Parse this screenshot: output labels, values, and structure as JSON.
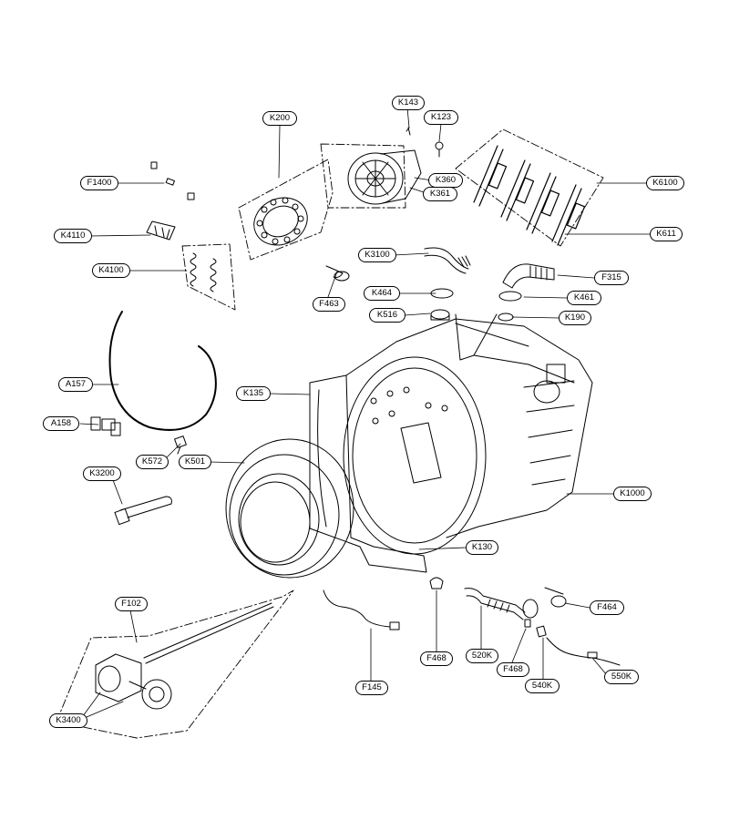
{
  "diagram": {
    "callouts": [
      {
        "id": "k143",
        "text": "K143"
      },
      {
        "id": "k200",
        "text": "K200"
      },
      {
        "id": "k123",
        "text": "K123"
      },
      {
        "id": "f1400",
        "text": "F1400"
      },
      {
        "id": "k360",
        "text": "K360"
      },
      {
        "id": "k361",
        "text": "K361"
      },
      {
        "id": "k6100",
        "text": "K6100"
      },
      {
        "id": "k4110",
        "text": "K4110"
      },
      {
        "id": "k611",
        "text": "K611"
      },
      {
        "id": "k3100",
        "text": "K3100"
      },
      {
        "id": "k4100",
        "text": "K4100"
      },
      {
        "id": "f315",
        "text": "F315"
      },
      {
        "id": "k464",
        "text": "K464"
      },
      {
        "id": "k461",
        "text": "K461"
      },
      {
        "id": "f463",
        "text": "F463"
      },
      {
        "id": "k516",
        "text": "K516"
      },
      {
        "id": "k190",
        "text": "K190"
      },
      {
        "id": "a157",
        "text": "A157"
      },
      {
        "id": "k135",
        "text": "K135"
      },
      {
        "id": "a158",
        "text": "A158"
      },
      {
        "id": "k572",
        "text": "K572"
      },
      {
        "id": "k501",
        "text": "K501"
      },
      {
        "id": "k1000",
        "text": "K1000"
      },
      {
        "id": "k3200",
        "text": "K3200"
      },
      {
        "id": "k130",
        "text": "K130"
      },
      {
        "id": "f102",
        "text": "F102"
      },
      {
        "id": "f464",
        "text": "F464"
      },
      {
        "id": "f468a",
        "text": "F468"
      },
      {
        "id": "520k",
        "text": "520K"
      },
      {
        "id": "f468b",
        "text": "F468"
      },
      {
        "id": "540k",
        "text": "540K"
      },
      {
        "id": "550k",
        "text": "550K"
      },
      {
        "id": "f145",
        "text": "F145"
      },
      {
        "id": "k3400",
        "text": "K3400"
      }
    ]
  }
}
